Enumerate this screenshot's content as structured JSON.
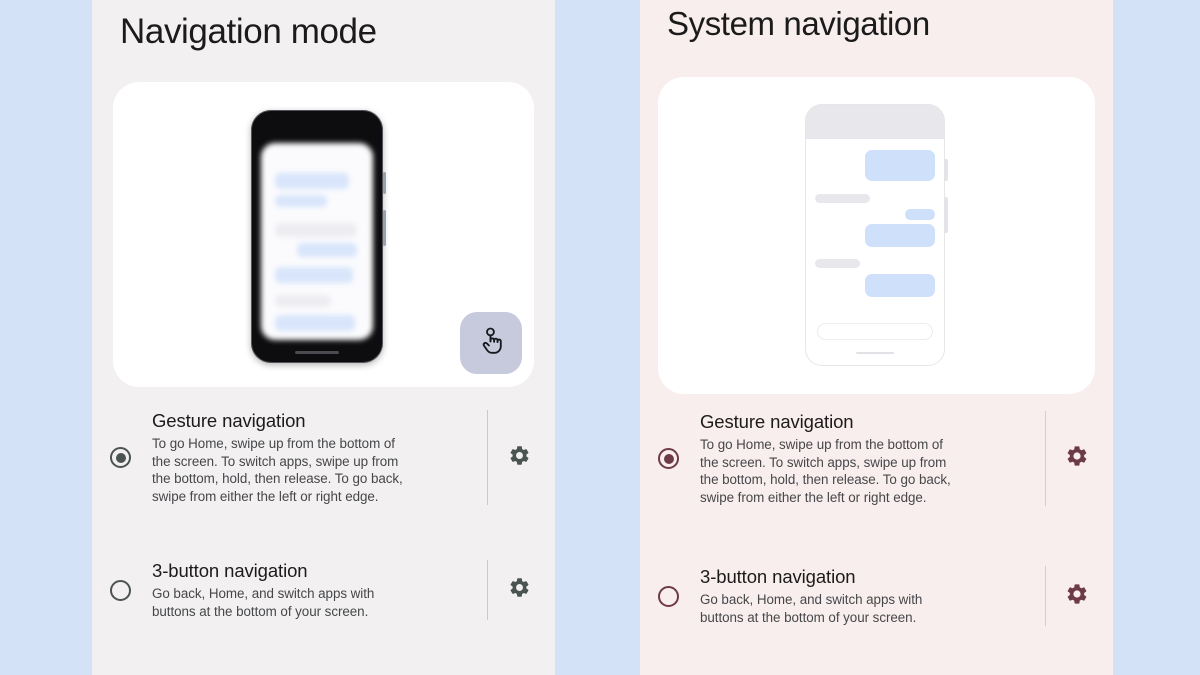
{
  "background_color": "#d4e2f8",
  "panels": [
    {
      "id": "left",
      "title": "Navigation mode",
      "background_color": "#f2f0f0",
      "accent_color": "#4b5450",
      "card_color": "#ffffff",
      "illustration": "dark-phone-blurred-chat",
      "badge_icon": "touch-gesture-icon",
      "badge_color": "#c7c9dc",
      "options": [
        {
          "title": "Gesture navigation",
          "description": "To go Home, swipe up from the bottom of the screen. To switch apps, swipe up from the bottom, hold, then release. To go back, swipe from either the left or right edge.",
          "selected": true,
          "settings_icon": "gear-icon"
        },
        {
          "title": "3-button navigation",
          "description": "Go back, Home, and switch apps with buttons at the bottom of your screen.",
          "selected": false,
          "settings_icon": "gear-icon"
        }
      ]
    },
    {
      "id": "right",
      "title": "System navigation",
      "background_color": "#f9eeee",
      "accent_color": "#6d3b47",
      "card_color": "#ffffff",
      "illustration": "light-phone-chat",
      "options": [
        {
          "title": "Gesture navigation",
          "description": "To go Home, swipe up from the bottom of the screen. To switch apps, swipe up from the bottom, hold, then release. To go back, swipe from either the left or right edge.",
          "selected": true,
          "settings_icon": "gear-icon"
        },
        {
          "title": "3-button navigation",
          "description": "Go back, Home, and switch apps with buttons at the bottom of your screen.",
          "selected": false,
          "settings_icon": "gear-icon"
        }
      ]
    }
  ]
}
